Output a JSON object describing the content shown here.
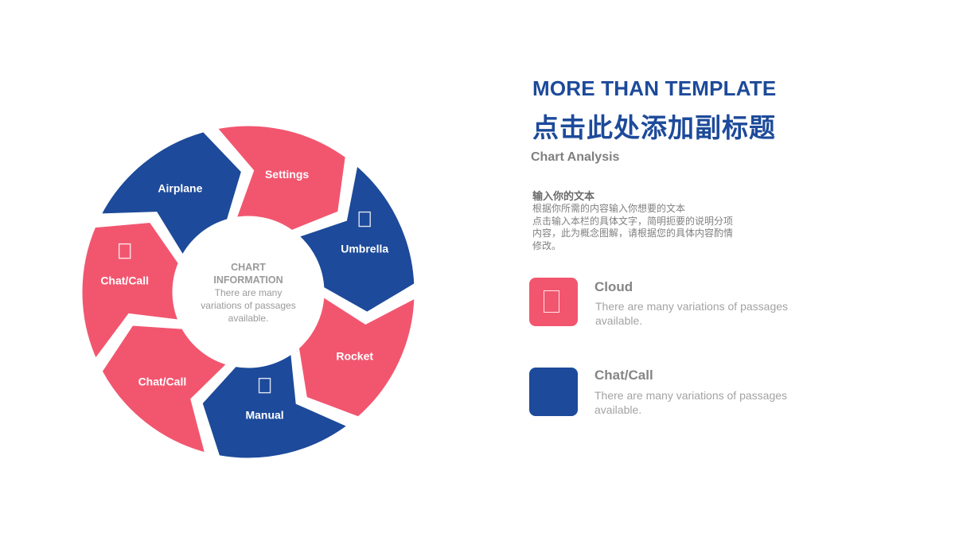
{
  "colors": {
    "pink": "#f2566f",
    "blue": "#1d4a9a",
    "center_fill": "#ffffff",
    "muted_text": "#9a9a9a"
  },
  "diagram": {
    "type": "cycle",
    "segments": [
      {
        "label": "Airplane",
        "color": "#1d4a9a",
        "icon": ""
      },
      {
        "label": "Settings",
        "color": "#f2566f",
        "icon": ""
      },
      {
        "label": "Umbrella",
        "color": "#1d4a9a",
        "icon": "outline-box-icon"
      },
      {
        "label": "Rocket",
        "color": "#f2566f",
        "icon": ""
      },
      {
        "label": "Manual",
        "color": "#1d4a9a",
        "icon": "outline-box-icon"
      },
      {
        "label": "Chat/Call",
        "color": "#f2566f",
        "icon": ""
      },
      {
        "label": "Chat/Call",
        "color": "#f2566f",
        "icon": "outline-box-icon"
      }
    ],
    "center": {
      "title_lines": [
        "CHART",
        "INFORMATION"
      ],
      "body_lines": [
        "There are many",
        "variations of passages",
        "available."
      ]
    }
  },
  "header": {
    "title": "MORE THAN TEMPLATE",
    "subtitle": "点击此处添加副标题",
    "analysis": "Chart Analysis"
  },
  "text_block": {
    "heading": "输入你的文本",
    "lines": [
      "根据你所需的内容输入你想要的文本",
      "点击输入本栏的具体文字，简明扼要的说明分项",
      "内容，此为概念图解，请根据您的具体内容酌情",
      "修改。"
    ]
  },
  "cards": [
    {
      "title": "Cloud",
      "color": "#f2566f",
      "icon": "outline-box-icon",
      "desc": "There are many variations of passages available."
    },
    {
      "title": "Chat/Call",
      "color": "#1d4a9a",
      "icon": "",
      "desc": "There are many variations of passages available."
    }
  ]
}
